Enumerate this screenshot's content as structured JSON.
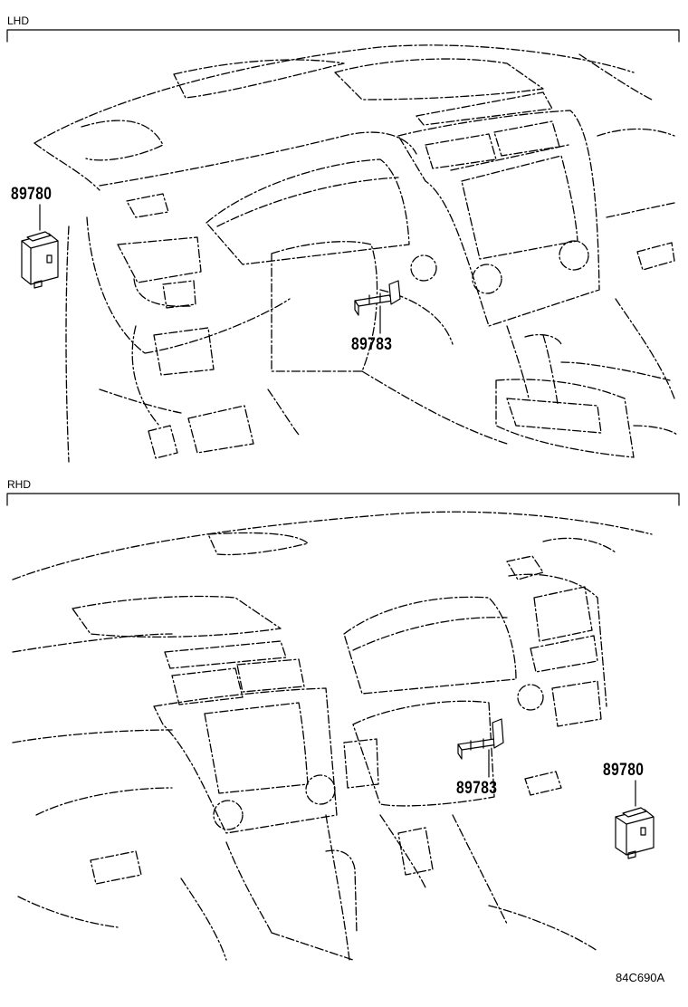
{
  "sections": [
    {
      "label": "LHD",
      "parts": [
        {
          "number": "89780",
          "icon": "module-box-icon"
        },
        {
          "number": "89783",
          "icon": "bracket-icon"
        }
      ]
    },
    {
      "label": "RHD",
      "parts": [
        {
          "number": "89783",
          "icon": "bracket-icon"
        },
        {
          "number": "89780",
          "icon": "module-box-icon"
        }
      ]
    }
  ],
  "figure_code": "84C690A"
}
